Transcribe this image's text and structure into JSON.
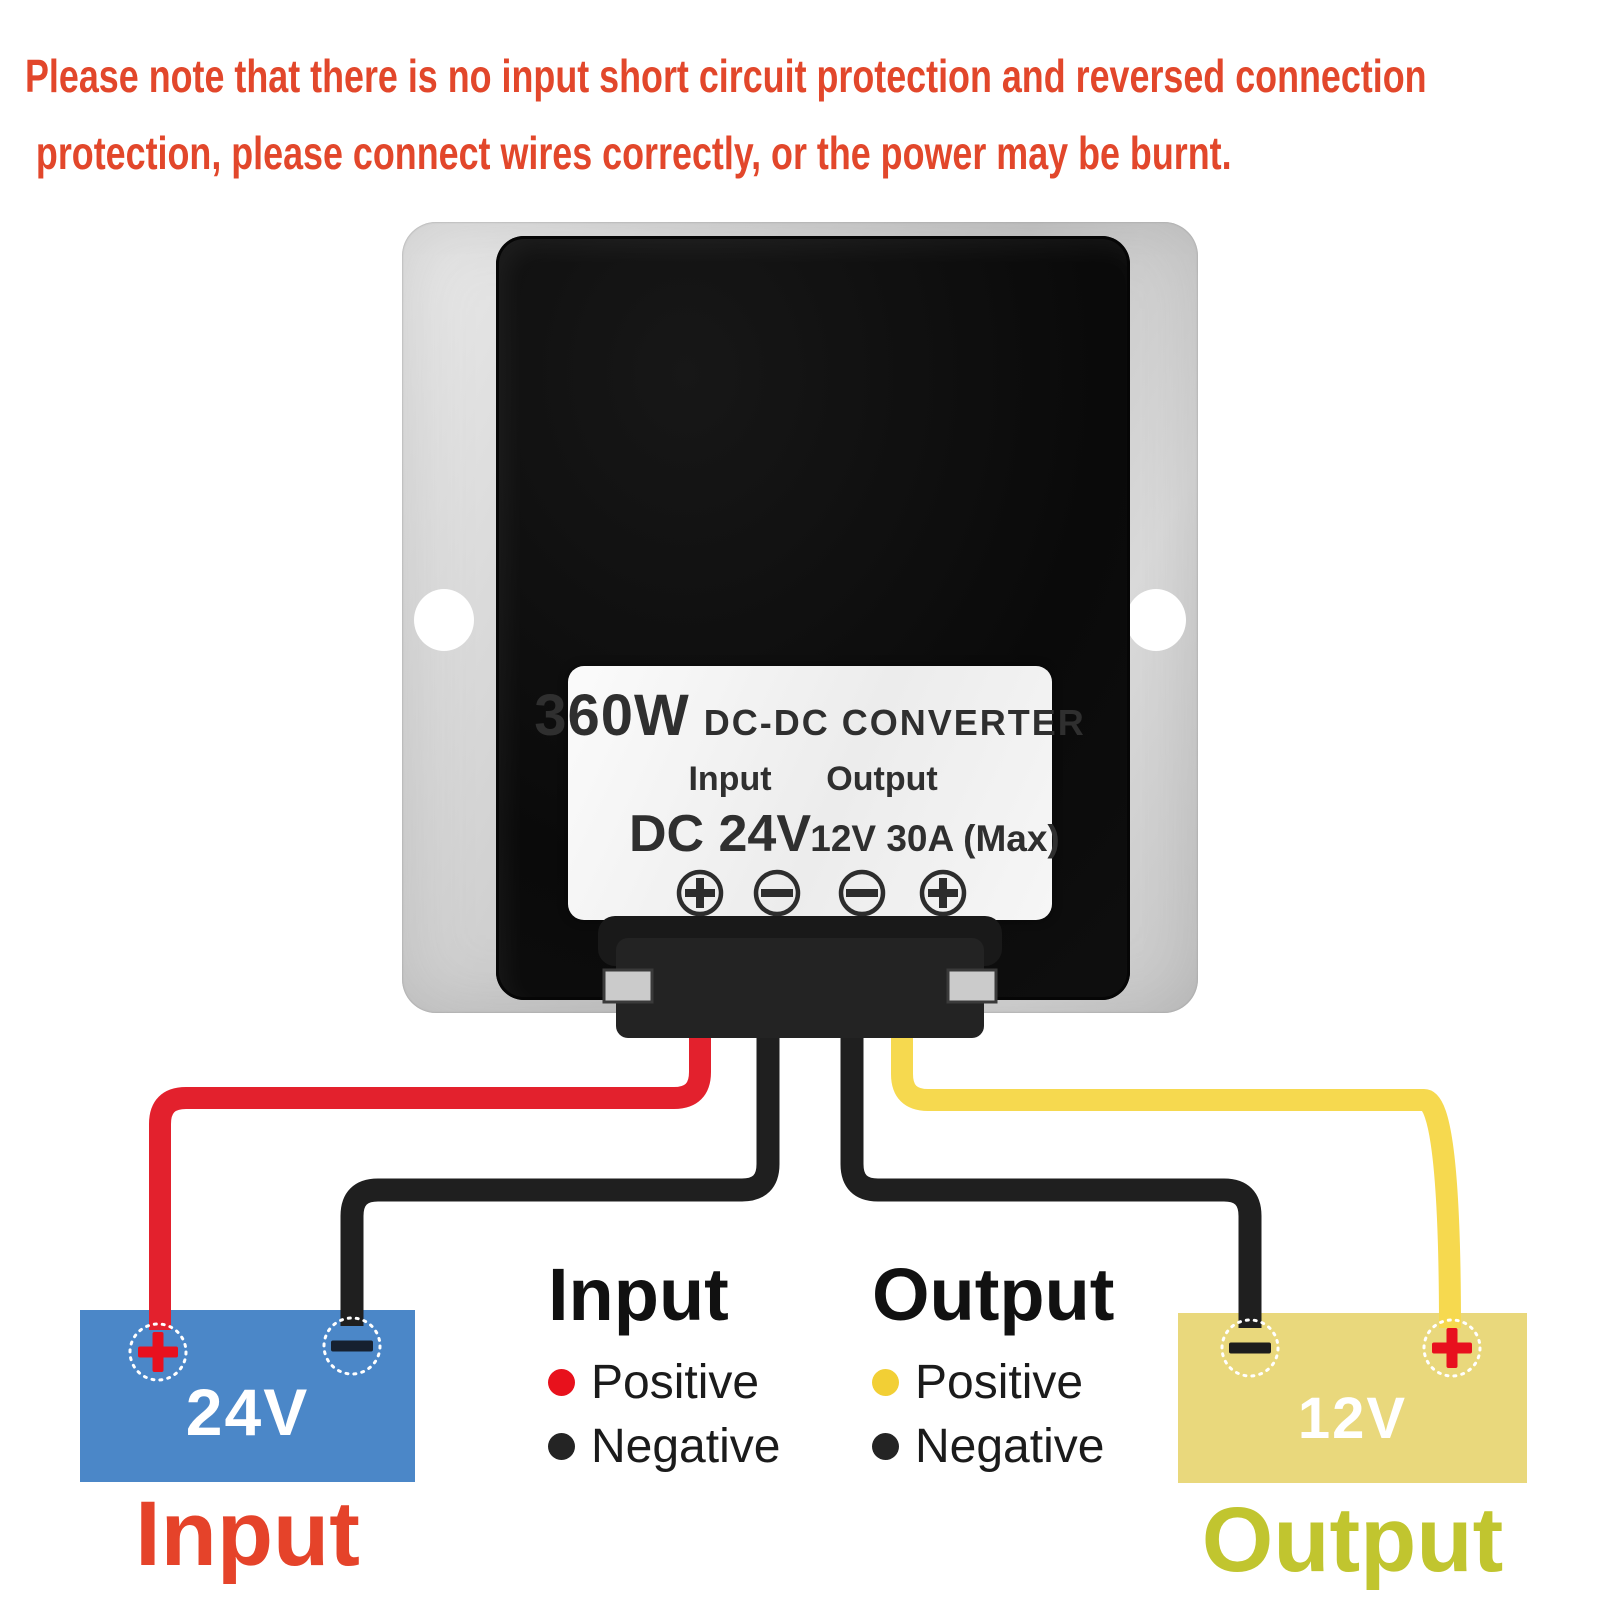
{
  "warning": {
    "line1": "Please note that there is no input short circuit protection and reversed connection",
    "line2": "protection, please connect wires correctly, or the power may be burnt.",
    "color": "#e2472b"
  },
  "converter": {
    "wattage": "360W",
    "name": "DC-DC CONVERTER",
    "columns": {
      "input_heading": "Input",
      "output_heading": "Output",
      "input_spec": "DC 24V",
      "output_spec": "12V 30A (Max)"
    },
    "terminal_screw_icons": [
      "plus-screw",
      "minus-screw",
      "minus-screw",
      "plus-screw"
    ],
    "plate_color": "#d2d2d2",
    "body_color": "#0d0d0d",
    "label_bg_color": "#f2f2f2"
  },
  "wires": [
    {
      "name": "input-positive",
      "color": "#e3212d"
    },
    {
      "name": "input-negative",
      "color": "#1f1f1f"
    },
    {
      "name": "output-negative",
      "color": "#1f1f1f"
    },
    {
      "name": "output-positive",
      "color": "#f6d94f"
    }
  ],
  "input_battery": {
    "voltage": "24V",
    "caption": "Input",
    "box_color": "#4b87c8",
    "caption_color": "#e5432a",
    "terminals": [
      {
        "sign": "+",
        "color": "#e8101e"
      },
      {
        "sign": "−",
        "color": "#16202f"
      }
    ]
  },
  "output_battery": {
    "voltage": "12V",
    "caption": "Output",
    "box_color": "#e9d87c",
    "caption_color": "#c1c52f",
    "terminals": [
      {
        "sign": "−",
        "color": "#1d1d1d"
      },
      {
        "sign": "+",
        "color": "#e8101e"
      }
    ]
  },
  "legend": {
    "input": {
      "heading": "Input",
      "items": [
        {
          "label": "Positive",
          "dot_color": "#e8111c"
        },
        {
          "label": "Negative",
          "dot_color": "#242424"
        }
      ]
    },
    "output": {
      "heading": "Output",
      "items": [
        {
          "label": "Positive",
          "dot_color": "#f2cf35"
        },
        {
          "label": "Negative",
          "dot_color": "#242424"
        }
      ]
    }
  }
}
